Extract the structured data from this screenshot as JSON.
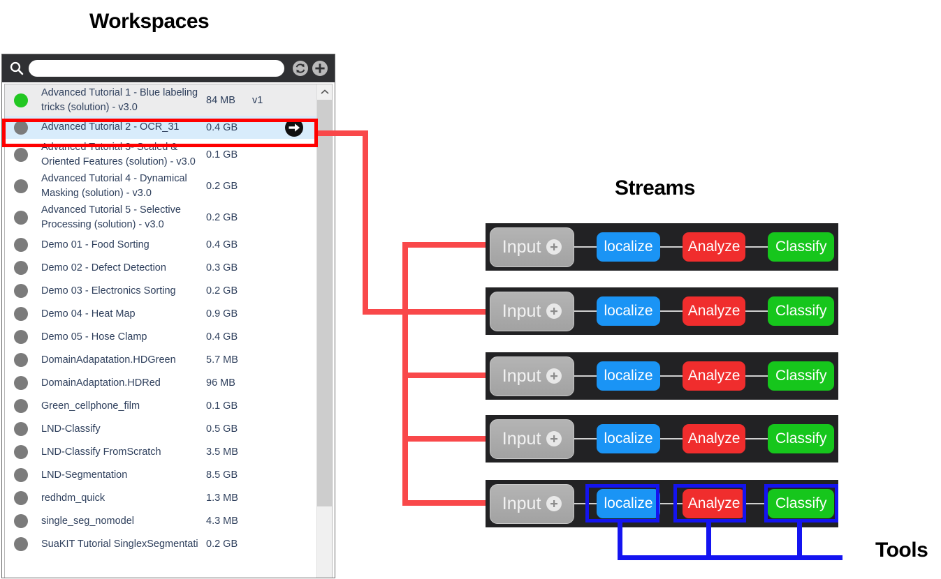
{
  "headings": {
    "workspaces": "Workspaces",
    "streams": "Streams",
    "tools": "Tools"
  },
  "workspaces_panel": {
    "toolbar": {
      "search_icon": "search-icon",
      "search_value": "",
      "search_placeholder": "",
      "refresh_icon": "refresh-icon",
      "add_icon": "add-circle-icon"
    },
    "columns": [
      "name",
      "size",
      "version"
    ],
    "items": [
      {
        "status": "green",
        "name": "Advanced Tutorial 1 - Blue labeling tricks (solution) - v3.0",
        "size": "84 MB",
        "version": "v1",
        "selected": false,
        "shaded": true,
        "go_arrow": false
      },
      {
        "status": "gray",
        "name": "Advanced Tutorial 2 - OCR_31",
        "size": "0.4 GB",
        "version": "",
        "selected": true,
        "shaded": false,
        "go_arrow": true
      },
      {
        "status": "gray",
        "name": "Advanced Tutorial 3- Scaled & Oriented Features (solution) - v3.0",
        "size": "0.1 GB",
        "version": "",
        "selected": false,
        "shaded": false,
        "go_arrow": false
      },
      {
        "status": "gray",
        "name": "Advanced Tutorial 4 - Dynamical Masking (solution) - v3.0",
        "size": "0.2 GB",
        "version": "",
        "selected": false,
        "shaded": false,
        "go_arrow": false
      },
      {
        "status": "gray",
        "name": "Advanced Tutorial 5 - Selective Processing  (solution) - v3.0",
        "size": "0.2 GB",
        "version": "",
        "selected": false,
        "shaded": false,
        "go_arrow": false
      },
      {
        "status": "gray",
        "name": "Demo 01 - Food Sorting",
        "size": "0.4 GB",
        "version": "",
        "selected": false,
        "shaded": false,
        "go_arrow": false
      },
      {
        "status": "gray",
        "name": "Demo 02 - Defect Detection",
        "size": "0.3 GB",
        "version": "",
        "selected": false,
        "shaded": false,
        "go_arrow": false
      },
      {
        "status": "gray",
        "name": "Demo 03 - Electronics Sorting",
        "size": "0.2 GB",
        "version": "",
        "selected": false,
        "shaded": false,
        "go_arrow": false
      },
      {
        "status": "gray",
        "name": "Demo 04 - Heat Map",
        "size": "0.9 GB",
        "version": "",
        "selected": false,
        "shaded": false,
        "go_arrow": false
      },
      {
        "status": "gray",
        "name": "Demo 05 - Hose Clamp",
        "size": "0.4 GB",
        "version": "",
        "selected": false,
        "shaded": false,
        "go_arrow": false
      },
      {
        "status": "gray",
        "name": "DomainAdapatation.HDGreen",
        "size": "5.7 MB",
        "version": "",
        "selected": false,
        "shaded": false,
        "go_arrow": false
      },
      {
        "status": "gray",
        "name": "DomainAdaptation.HDRed",
        "size": "96 MB",
        "version": "",
        "selected": false,
        "shaded": false,
        "go_arrow": false
      },
      {
        "status": "gray",
        "name": "Green_cellphone_film",
        "size": "0.1 GB",
        "version": "",
        "selected": false,
        "shaded": false,
        "go_arrow": false
      },
      {
        "status": "gray",
        "name": "LND-Classify",
        "size": "0.5 GB",
        "version": "",
        "selected": false,
        "shaded": false,
        "go_arrow": false
      },
      {
        "status": "gray",
        "name": "LND-Classify FromScratch",
        "size": "3.5 MB",
        "version": "",
        "selected": false,
        "shaded": false,
        "go_arrow": false
      },
      {
        "status": "gray",
        "name": "LND-Segmentation",
        "size": "8.5 GB",
        "version": "",
        "selected": false,
        "shaded": false,
        "go_arrow": false
      },
      {
        "status": "gray",
        "name": "redhdm_quick",
        "size": "1.3 MB",
        "version": "",
        "selected": false,
        "shaded": false,
        "go_arrow": false
      },
      {
        "status": "gray",
        "name": "single_seg_nomodel",
        "size": "4.3 MB",
        "version": "",
        "selected": false,
        "shaded": false,
        "go_arrow": false
      },
      {
        "status": "gray",
        "name": "SuaKIT Tutorial SinglexSegmentati",
        "size": "0.2 GB",
        "version": "",
        "selected": false,
        "shaded": false,
        "go_arrow": false
      }
    ],
    "scrollbar": {
      "up_arrow_icon": "chevron-up-icon"
    }
  },
  "streams": {
    "rows": [
      {
        "nodes": [
          "Input",
          "localize",
          "Analyze",
          "Classify"
        ]
      },
      {
        "nodes": [
          "Input",
          "localize",
          "Analyze",
          "Classify"
        ]
      },
      {
        "nodes": [
          "Input",
          "localize",
          "Analyze",
          "Classify"
        ]
      },
      {
        "nodes": [
          "Input",
          "localize",
          "Analyze",
          "Classify"
        ]
      },
      {
        "nodes": [
          "Input",
          "localize",
          "Analyze",
          "Classify"
        ]
      }
    ],
    "input_add_icon": "plus-circle-icon"
  },
  "colors": {
    "accent_red_annotation": "#ff0000",
    "connector_red": "#f9484a",
    "annotation_blue": "#1414f0",
    "node_localize": "#1a94f5",
    "node_analyze": "#f02d2d",
    "node_classify": "#16c61c",
    "node_input": "#a9a9a9",
    "stream_bg": "#222224",
    "toolbar_bg": "#2f3033",
    "list_text": "#2e3f5c",
    "status_active": "#22c722",
    "status_inactive": "#7b7b7b"
  }
}
